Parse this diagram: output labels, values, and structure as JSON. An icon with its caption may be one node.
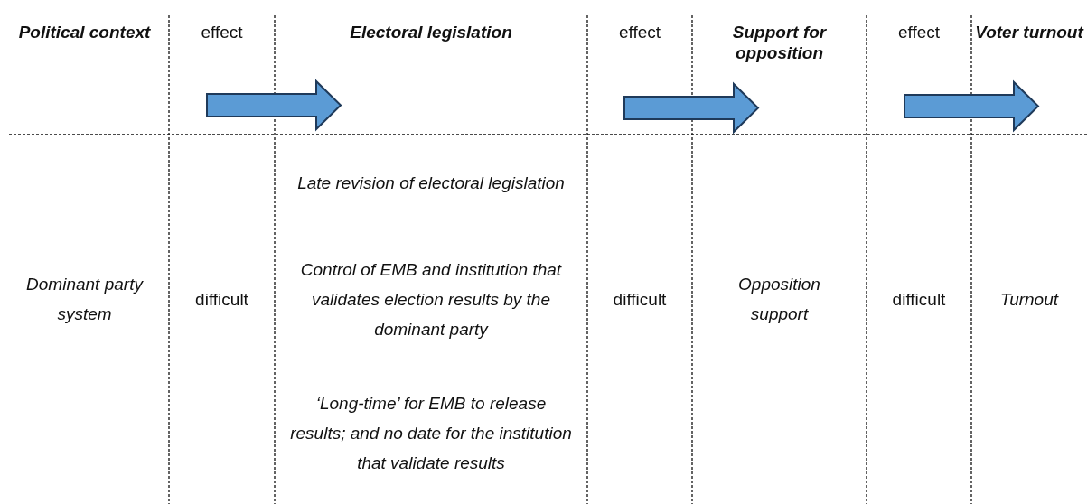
{
  "diagram": {
    "labels": [
      "Political context",
      "effect",
      "Electoral legislation",
      "effect",
      "Support for opposition",
      "effect",
      "Voter turnout",
      "Dominant party system",
      "difficult",
      "Late revision of electoral legislation",
      "Control of EMB and institution that validates election results by the dominant party",
      "‘Long-time’ for EMB to release results; and no date for the institution that validate results",
      "difficult",
      "Opposition support",
      "difficult",
      "Turnout"
    ]
  }
}
